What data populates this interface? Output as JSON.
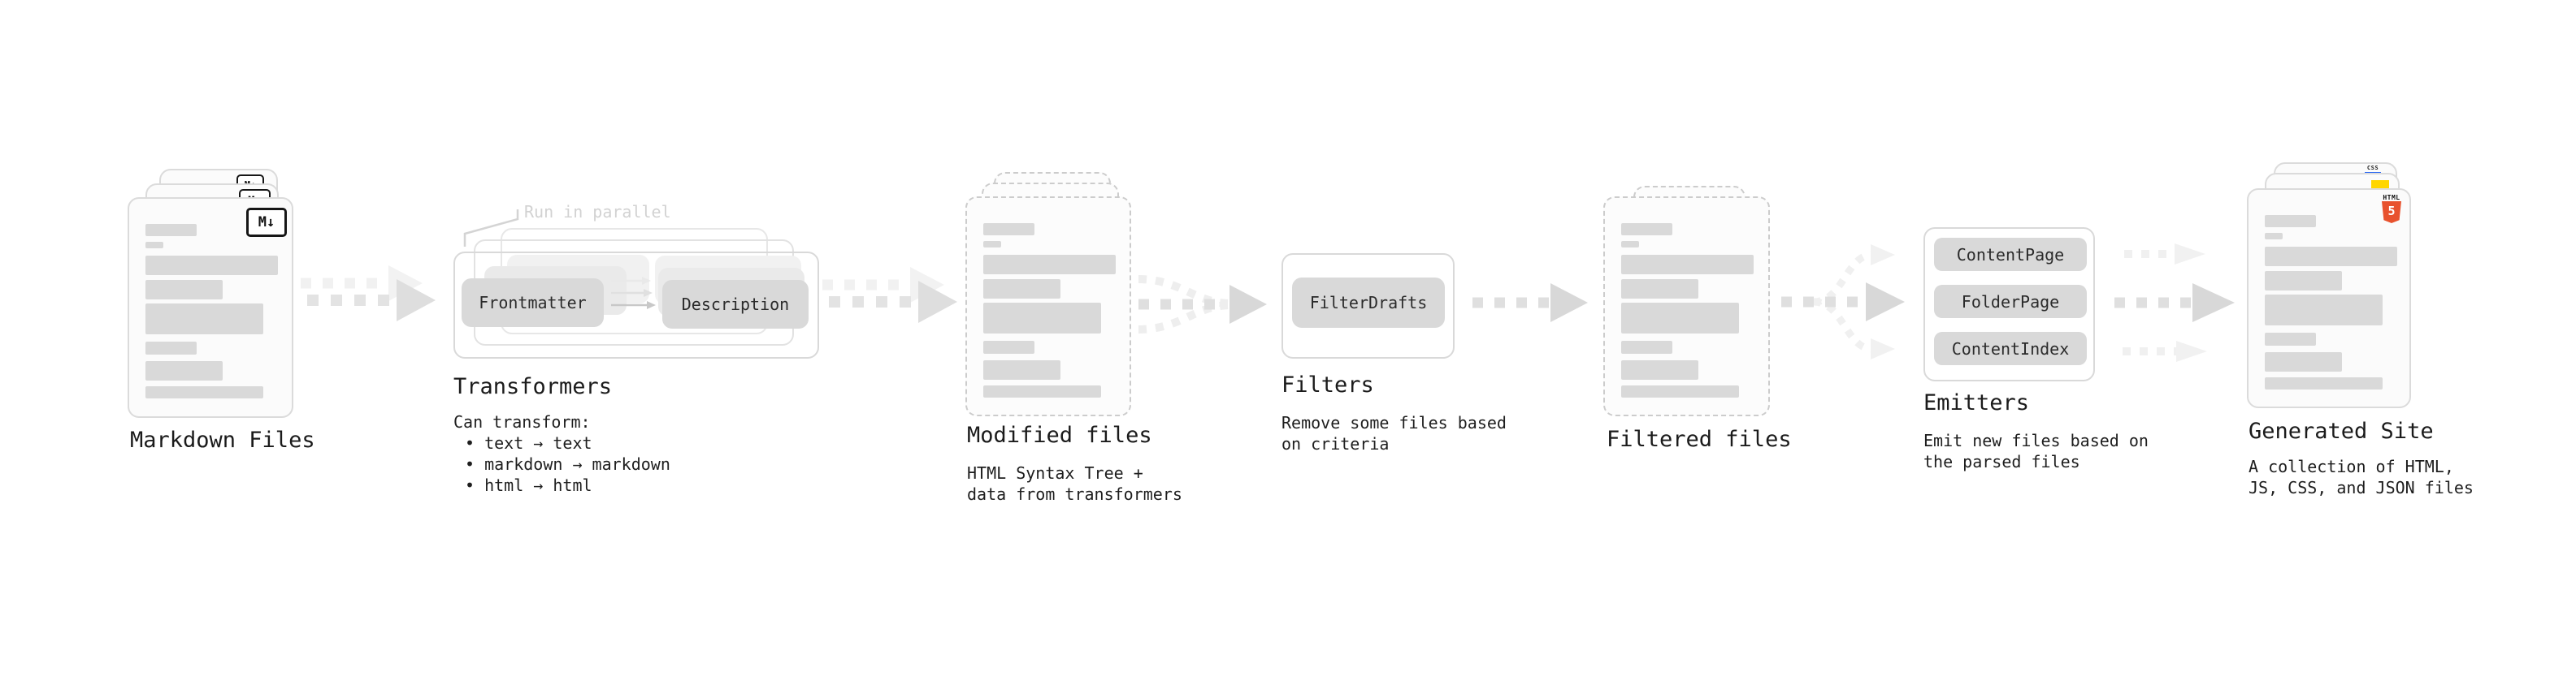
{
  "diagram": {
    "markdown_files": {
      "title": "Markdown Files",
      "file_badge": "M↓"
    },
    "transformers": {
      "title": "Transformers",
      "parallel_note": "Run in parallel",
      "input_node": "Frontmatter",
      "output_node": "Description",
      "note_heading": "Can transform:",
      "bullets": [
        "• text → text",
        "• markdown → markdown",
        "• html → html"
      ]
    },
    "modified_files": {
      "title": "Modified files",
      "subtitle_line1": "HTML Syntax Tree +",
      "subtitle_line2": "data from transformers"
    },
    "filters": {
      "title": "Filters",
      "node": "FilterDrafts",
      "subtitle_line1": "Remove some files based",
      "subtitle_line2": "on criteria"
    },
    "filtered_files": {
      "title": "Filtered files"
    },
    "emitters": {
      "title": "Emitters",
      "nodes": [
        "ContentPage",
        "FolderPage",
        "ContentIndex"
      ],
      "subtitle_line1": "Emit new files based on",
      "subtitle_line2": "the parsed files"
    },
    "generated_site": {
      "title": "Generated Site",
      "subtitle_line1": "A collection of HTML,",
      "subtitle_line2": "JS, CSS, and JSON files",
      "html5_label": "HTML",
      "html5_number": "5",
      "css_label": "CSS"
    }
  },
  "colors": {
    "skeleton_bar": "#d9d9d9",
    "node_fill": "#d9d9d9",
    "arrow_main": "#dfdfdf",
    "arrow_ghost": "#f0f0f0",
    "html5_orange": "#e8522e",
    "js_yellow": "#ffd600",
    "css_blue": "#2f6bf2"
  }
}
